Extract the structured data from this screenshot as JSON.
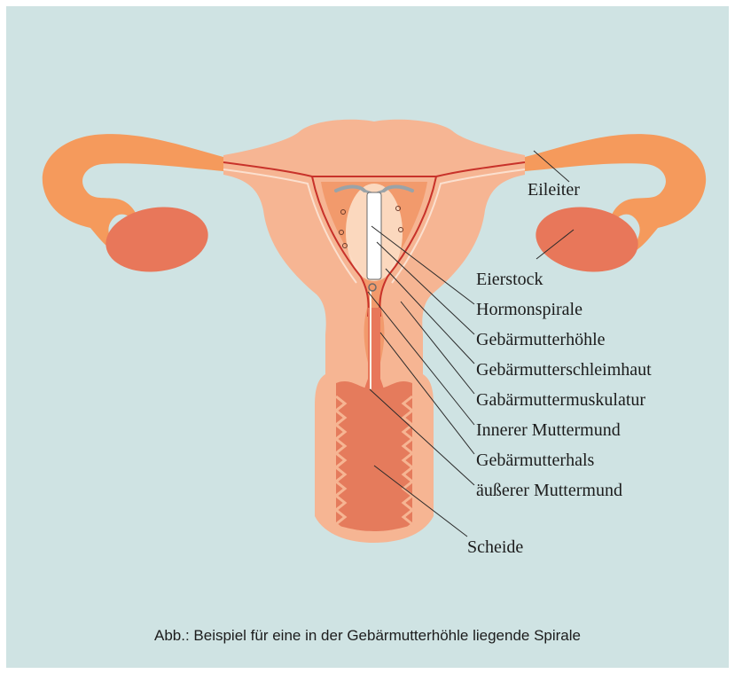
{
  "diagram": {
    "labels": {
      "eileiter": "Eileiter",
      "eierstock": "Eierstock",
      "hormonspirale": "Hormonspirale",
      "gebaermutterhoehle": "Gebärmutterhöhle",
      "gebaermutterschleimhaut": "Gebärmutterschleimhaut",
      "gabaermuttermuskulatur": "Gabärmuttermuskulatur",
      "innerer_muttermund": "Innerer Muttermund",
      "gebaermutterhals": "Gebärmutterhals",
      "aeusserer_muttermund": "äußerer Muttermund",
      "scheide": "Scheide"
    },
    "caption": "Abb.: Beispiel für eine in der Gebärmutterhöhle liegende Spirale"
  },
  "colors": {
    "background": "#cfe3e3",
    "uterus_outer": "#f6b593",
    "tube_orange": "#f59a5c",
    "ovary": "#e8775a",
    "cavity": "#f29a6c",
    "red_line": "#c8322a",
    "vagina": "#e57b5c"
  }
}
